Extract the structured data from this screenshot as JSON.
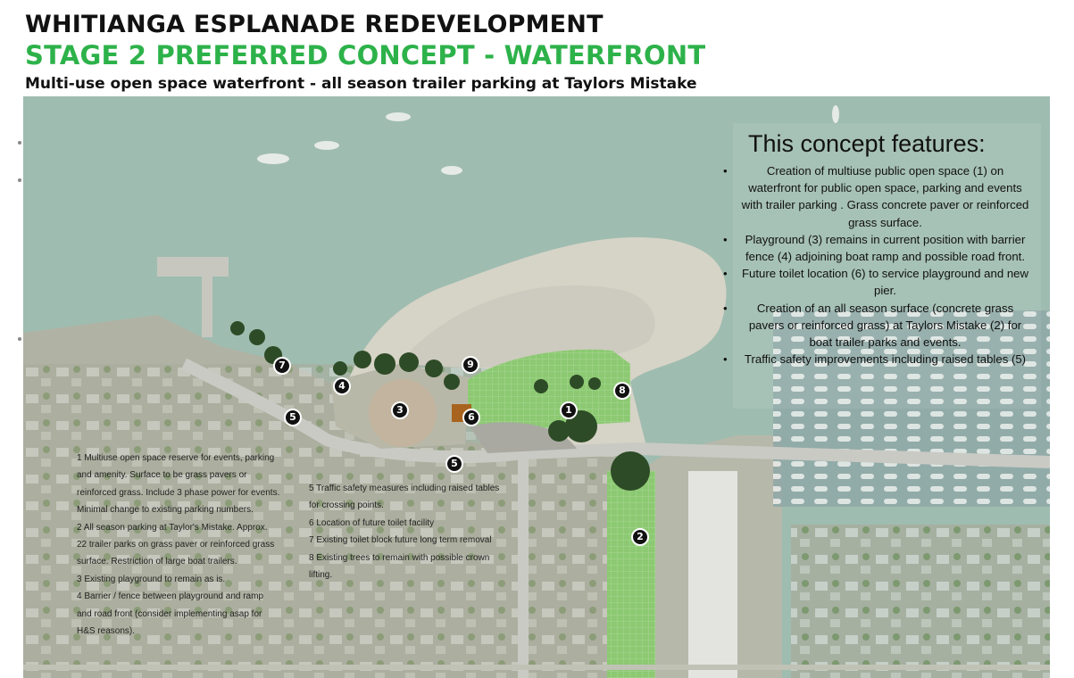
{
  "header": {
    "title_line1": "WHITIANGA ESPLANADE REDEVELOPMENT",
    "title_line2": "STAGE 2 PREFERRED CONCEPT - WATERFRONT",
    "subtitle": "Multi-use open space waterfront - all season trailer parking at Taylors Mistake"
  },
  "features": {
    "heading": "This concept features:",
    "items": [
      "Creation of multiuse public open space (1) on waterfront for public open space, parking and events with  trailer parking . Grass concrete paver or reinforced grass surface.",
      "Playground (3) remains in current position with barrier fence (4) adjoining boat ramp and possible road front.",
      "Future toilet location (6) to service playground and new pier.",
      "Creation of an all season surface (concrete grass pavers or reinforced grass) at Taylors Mistake (2) for boat trailer parks and events.",
      "Traffic safety improvements including raised tables (5)"
    ]
  },
  "legend": {
    "left": [
      "1 Multiuse open space reserve for events, parking",
      "and amenity. Surface to be grass pavers or",
      "reinforced grass. Include 3 phase power for events.",
      " Minimal change to existing parking numbers.",
      "2 All season parking at Taylor's Mistake. Approx.",
      "22 trailer parks on grass paver or reinforced grass",
      "surface.  Restriction of large boat trailers.",
      "3 Existing playground to remain as is.",
      "4 Barrier / fence between playground and ramp",
      "and  road front (consider implementing asap for",
      "H&S reasons)."
    ],
    "right": [
      "5 Traffic safety measures including raised tables",
      "for crossing points.",
      "6 Location of future toilet facility",
      "7 Existing toilet block future long term removal",
      "8 Existing trees to remain with possible crown",
      "lifting."
    ]
  },
  "markers": [
    "1",
    "2",
    "3",
    "4",
    "5",
    "5",
    "6",
    "7",
    "8",
    "9"
  ],
  "colors": {
    "title_green": "#2db24a",
    "water": "#9fbcb0",
    "sand": "#d7d3c6",
    "proposed_grass": "#86c46a",
    "marker": "#111111"
  }
}
